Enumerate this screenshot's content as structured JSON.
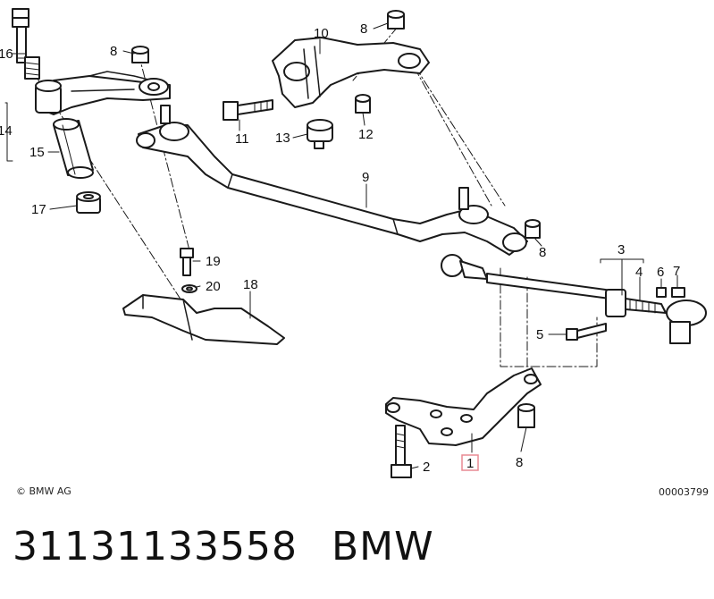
{
  "diagram": {
    "copyright": "© BMW AG",
    "figure_number": "00003799",
    "highlight_color": "#e88a93",
    "callouts": [
      "1",
      "2",
      "3",
      "4",
      "5",
      "6",
      "7",
      "8",
      "8",
      "8",
      "8",
      "9",
      "10",
      "11",
      "12",
      "13",
      "14",
      "15",
      "16",
      "17",
      "18",
      "19",
      "20"
    ]
  },
  "footer": {
    "part_number": "31131133558",
    "brand": "BMW"
  }
}
